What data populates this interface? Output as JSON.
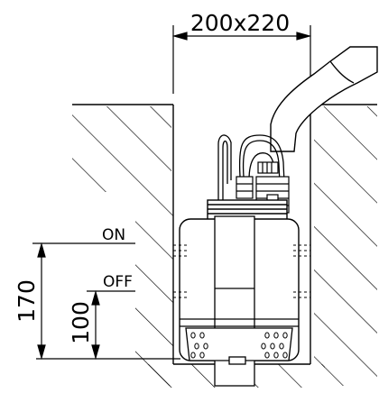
{
  "diagram": {
    "pit_dimension": "200x220",
    "switch_on_label": "ON",
    "switch_off_label": "OFF",
    "on_level": "170",
    "off_level": "100"
  },
  "colors": {
    "line": "#000000",
    "background": "#ffffff"
  }
}
